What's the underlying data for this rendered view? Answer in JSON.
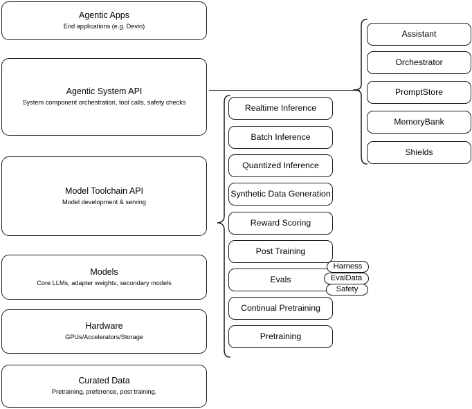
{
  "diagram": {
    "title": "Agentic system stack architecture diagram",
    "stroke_color": "#1a1a1a",
    "background_color": "#ffffff"
  },
  "left_stack": {
    "name": "platform-layers",
    "items": [
      {
        "title": "Agentic Apps",
        "subtitle": "End applications (e.g. Devin)"
      },
      {
        "title": "Agentic System API",
        "subtitle": "System component orchestration, tool calls, safety checks"
      },
      {
        "title": "Model Toolchain API",
        "subtitle": "Model development & serving"
      },
      {
        "title": "Models",
        "subtitle": "Core LLMs, adapter weights, secondary models"
      },
      {
        "title": "Hardware",
        "subtitle": "GPUs/Accelerators/Storage"
      },
      {
        "title": "Curated Data",
        "subtitle": "Pretraining, preference, post training."
      }
    ]
  },
  "toolchain_column": {
    "name": "model-toolchain-capabilities",
    "items": [
      {
        "title": "Realtime Inference"
      },
      {
        "title": "Batch Inference"
      },
      {
        "title": "Quantized Inference"
      },
      {
        "title": "Synthetic Data Generation"
      },
      {
        "title": "Reward Scoring"
      },
      {
        "title": "Post Training"
      },
      {
        "title": "Evals"
      },
      {
        "title": "Continual Pretraining"
      },
      {
        "title": "Pretraining"
      }
    ]
  },
  "evals_pills": {
    "name": "evals-subcomponents",
    "items": [
      {
        "title": "Harness"
      },
      {
        "title": "EvalData"
      },
      {
        "title": "Safety"
      }
    ]
  },
  "agentic_column": {
    "name": "agentic-system-components",
    "items": [
      {
        "title": "Assistant"
      },
      {
        "title": "Orchestrator"
      },
      {
        "title": "PromptStore"
      },
      {
        "title": "MemoryBank"
      },
      {
        "title": "Shields"
      }
    ]
  }
}
